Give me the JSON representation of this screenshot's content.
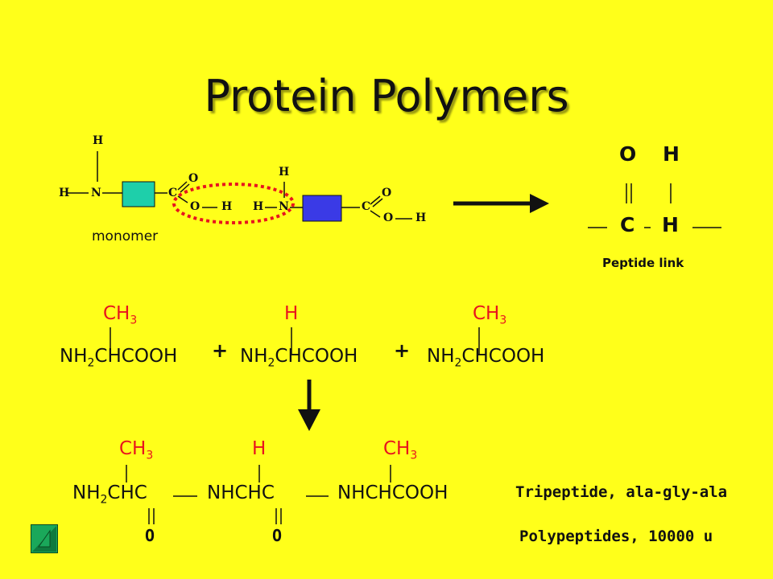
{
  "slide": {
    "title": "Protein Polymers",
    "background_color": "#ffff1a"
  },
  "monomers": {
    "label": "monomer",
    "m1": {
      "h_top": "H",
      "h_left": "H",
      "n": "N",
      "c": "C",
      "o_top": "O",
      "o_bottom": "O",
      "h_right": "H",
      "box_color": "#1ecfaa"
    },
    "m2": {
      "h_top": "H",
      "h_left": "H",
      "n": "N",
      "c": "C",
      "o_top": "O",
      "o_bottom": "O",
      "h_right": "H",
      "box_color": "#3a3ae6"
    },
    "highlight_color": "#e8141e"
  },
  "peptide_link": {
    "o": "O",
    "h_top": "H",
    "c": "C",
    "h_bottom": "H",
    "label": "Peptide link"
  },
  "reactants": {
    "side_1": "CH",
    "side_1_sub": "3",
    "side_2": "H",
    "side_3": "CH",
    "side_3_sub": "3",
    "unit_prefix": "NH",
    "unit_sub": "2",
    "unit_suffix": "CHCOOH",
    "plus": "+"
  },
  "product": {
    "side_1": "CH",
    "side_1_sub": "3",
    "side_2": "H",
    "side_3": "CH",
    "side_3_sub": "3",
    "part_1_prefix": "NH",
    "part_1_sub": "2",
    "part_1_suffix": "CHC",
    "part_2": "NHCHC",
    "part_3": "NHCHCOOH",
    "o_1": "O",
    "o_2": "O"
  },
  "notes": {
    "tripeptide": "Tripeptide, ala-gly-ala",
    "polypeptides": "Polypeptides, 10000 u"
  },
  "nav": {
    "icon": "back-arrow-icon"
  }
}
